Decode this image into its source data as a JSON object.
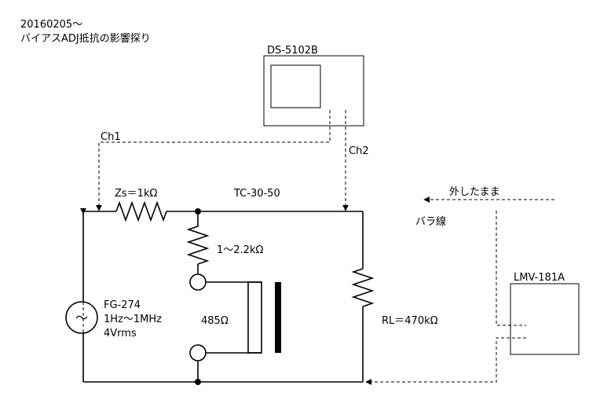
{
  "header": {
    "date": "20160205～",
    "title": "バイアスADJ抵抗の影響探り"
  },
  "oscilloscope": {
    "label": "DS-5102B"
  },
  "probes": {
    "ch1": "Ch1",
    "ch2": "Ch2"
  },
  "components": {
    "zs": "Zs＝1kΩ",
    "transformer": "TC-30-50",
    "adj_resistor": "1～2.2kΩ",
    "coil": "485Ω",
    "rl": "RL＝470kΩ"
  },
  "generator": {
    "model": "FG-274",
    "freq": "1Hz～1MHz",
    "level": "4Vrms",
    "symbol": "～"
  },
  "notes": {
    "disconnected": "外したまま",
    "loose_wire": "バラ線"
  },
  "meter": {
    "label": "LMV-181A"
  }
}
